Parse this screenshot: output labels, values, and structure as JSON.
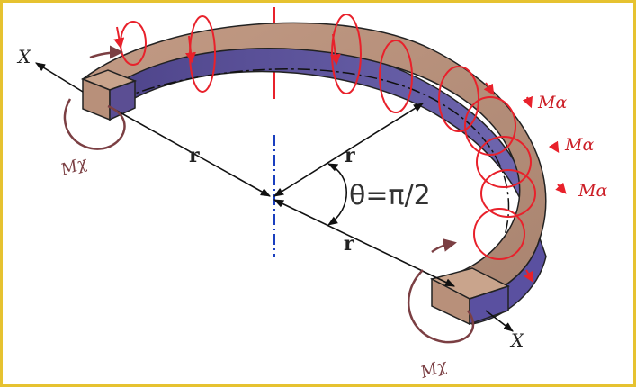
{
  "labels": {
    "x_left": "X",
    "x_right": "X",
    "mx_left": "Mχ",
    "mx_right": "Mχ",
    "m_alpha_1": "Mα",
    "m_alpha_2": "Mα",
    "m_alpha_3": "Mα",
    "r_left": "r",
    "r_upper": "r",
    "r_lower": "r",
    "angle": "θ=π/2"
  },
  "colors": {
    "ring_top": "#b8907a",
    "ring_inner": "#5b4e93",
    "ring_outer_side": "#5a50a0",
    "moment_arrows": "#e8212b",
    "twist_arrows": "#7b3f43",
    "axis": "#1a3fbf",
    "frame": "#e6c230"
  }
}
